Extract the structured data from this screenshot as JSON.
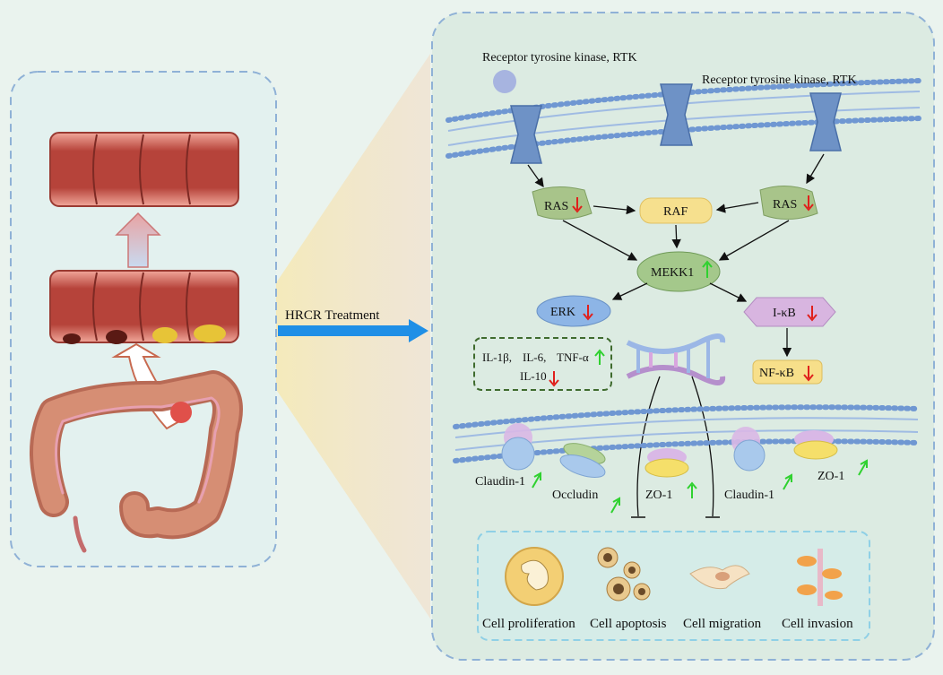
{
  "treatment_label": "HRCR Treatment",
  "receptor_labels": [
    "Receptor tyrosine kinase, RTK",
    "Receptor tyrosine kinase, RTK"
  ],
  "nodes": {
    "ras_left": "RAS",
    "raf": "RAF",
    "ras_right": "RAS",
    "mekk1": "MEKK1",
    "erk": "ERK",
    "ikb": "I-κB",
    "nfkb": "NF-κB"
  },
  "cytokines": {
    "line1_a": "IL-1β,",
    "line1_b": "IL-6,",
    "line1_c": "TNF-α",
    "line2": "IL-10"
  },
  "junction_labels": {
    "claudin_left": "Claudin-1",
    "occludin": "Occludin",
    "zo1_left": "ZO-1",
    "claudin_right": "Claudin-1",
    "zo1_right": "ZO-1"
  },
  "outcomes": [
    "Cell proliferation",
    "Cell apoptosis",
    "Cell migration",
    "Cell invasion"
  ],
  "colors": {
    "down_arrow": "#e0201c",
    "up_arrow": "#2fd12f",
    "treatment_arrow": "#1f8fe6",
    "panel_border": "#8fb1d6",
    "outcome_border": "#8fd0e6"
  }
}
